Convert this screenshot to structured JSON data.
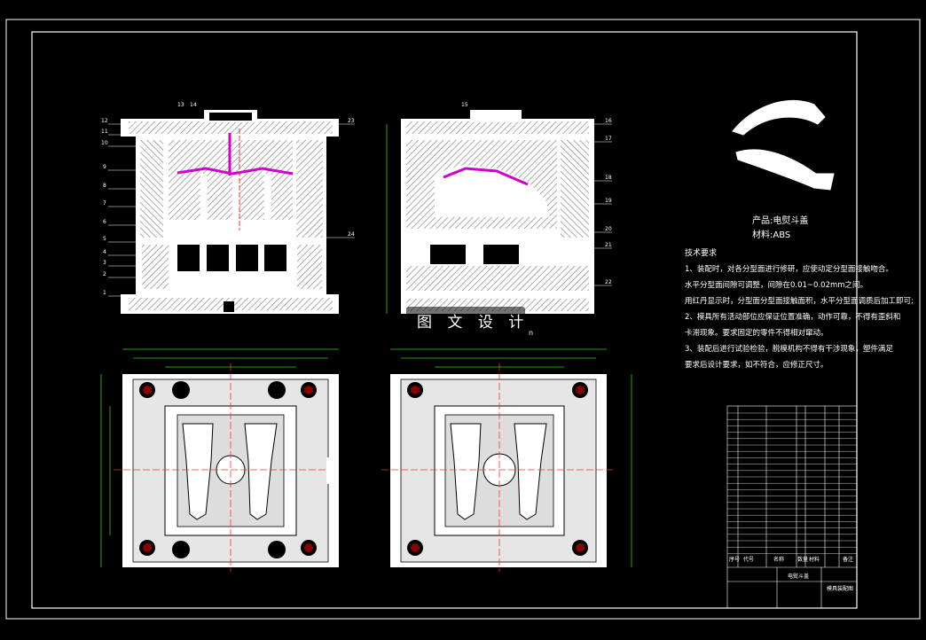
{
  "product": {
    "name_line": "产品:电熨斗盖",
    "material_line": "材料:ABS"
  },
  "watermark": {
    "text": "图 文 设 计",
    "suffix": "n"
  },
  "tech_requirements": {
    "title": "技术要求",
    "lines": [
      "1、装配时，对各分型面进行修研，应使动定分型面接触吻合。",
      "水平分型面间隙可调整，间隙在0.01~0.02mm之间。",
      "用红丹显示时，分型面分型面接触面积，水平分型面调质后加工即可;",
      "2、模具所有活动部位应保证位置准确，动作可靠，不得有歪斜和",
      "卡滞现象。要求固定的零件不得相对窜动。",
      "3、装配后进行试验检验，脱模机构不得有干涉现象，塑件满足",
      "要求后设计要求，如不符合，应修正尺寸。"
    ]
  },
  "title_block": {
    "product_cell": "电熨斗盖",
    "drawing_cell": "模具装配图",
    "header_labels": [
      "序号",
      "代号",
      "名称",
      "数量",
      "材料",
      "备注"
    ]
  },
  "part_numbers": {
    "left_view": [
      "12",
      "11",
      "10",
      "9",
      "8",
      "7",
      "6",
      "5",
      "4",
      "3",
      "2",
      "1"
    ],
    "left_top": [
      "13",
      "14"
    ],
    "left_right": [
      "23",
      "24"
    ],
    "right_view_top": [
      "15"
    ],
    "right_view_side": [
      "16",
      "17",
      "18",
      "19",
      "20",
      "21",
      "22"
    ]
  },
  "colors": {
    "background": "#000000",
    "line": "#ffffff",
    "hatch": "#9a9a9a",
    "centerline": "#ff3030",
    "part": "#d000d0",
    "dimension": "#30d000",
    "label_blue": "#3050ff"
  }
}
